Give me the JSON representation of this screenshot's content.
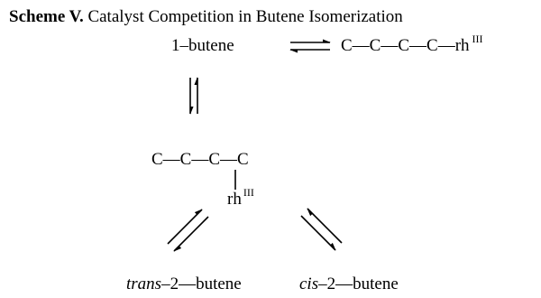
{
  "scheme": {
    "label": "Scheme V.",
    "title": "Catalyst Competition in Butene Isomerization"
  },
  "species": {
    "butene_1": "1–butene",
    "alkyl_linear": "C—C—C—C—rh",
    "alkyl_branched_chain": "C—C—C—C",
    "rh_label": "rh",
    "oxidation_state": "III",
    "trans_prefix": "trans",
    "trans_suffix": "–2—butene",
    "cis_prefix": "cis",
    "cis_suffix": "–2—butene"
  }
}
